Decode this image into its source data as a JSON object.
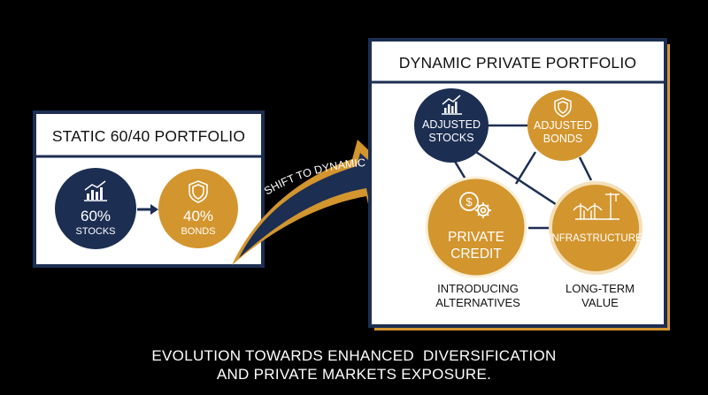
{
  "colors": {
    "background": "#000000",
    "navy": "#1c2e52",
    "gold": "#d3952e",
    "panel_border": "#1c2e52",
    "panel_fill": "#ffffff",
    "text_dark": "#111111",
    "text_light": "#ffffff"
  },
  "static_panel": {
    "title": "STATIC 60/40 PORTFOLIO",
    "stocks": {
      "percent": "60%",
      "label": "STOCKS",
      "icon": "bar-chart-icon"
    },
    "bonds": {
      "percent": "40%",
      "label": "BONDS",
      "icon": "shield-icon"
    }
  },
  "shift_arrow": {
    "label": "SHIFT TO DYNAMIC"
  },
  "dynamic_panel": {
    "title": "DYNAMIC PRIVATE PORTFOLIO",
    "adjusted_stocks": {
      "line1": "ADJUSTED",
      "line2": "STOCKS",
      "icon": "bar-chart-icon"
    },
    "adjusted_bonds": {
      "line1": "ADJUSTED",
      "line2": "BONDS",
      "icon": "shield-icon"
    },
    "private_credit": {
      "line1": "PRIVATE",
      "line2": "CREDIT",
      "icon": "dollar-gear-icon"
    },
    "infrastructure": {
      "label": "INFRASTRUCTURE",
      "icon": "bridge-crane-icon"
    },
    "caption_left": {
      "line1": "INTRODUCING",
      "line2": "ALTERNATIVES"
    },
    "caption_right": {
      "line1": "LONG-TERM",
      "line2": "VALUE"
    }
  },
  "footer": {
    "line1": "EVOLUTION TOWARDS ENHANCED  DIVERSIFICATION",
    "line2": "AND PRIVATE MARKETS EXPOSURE."
  }
}
